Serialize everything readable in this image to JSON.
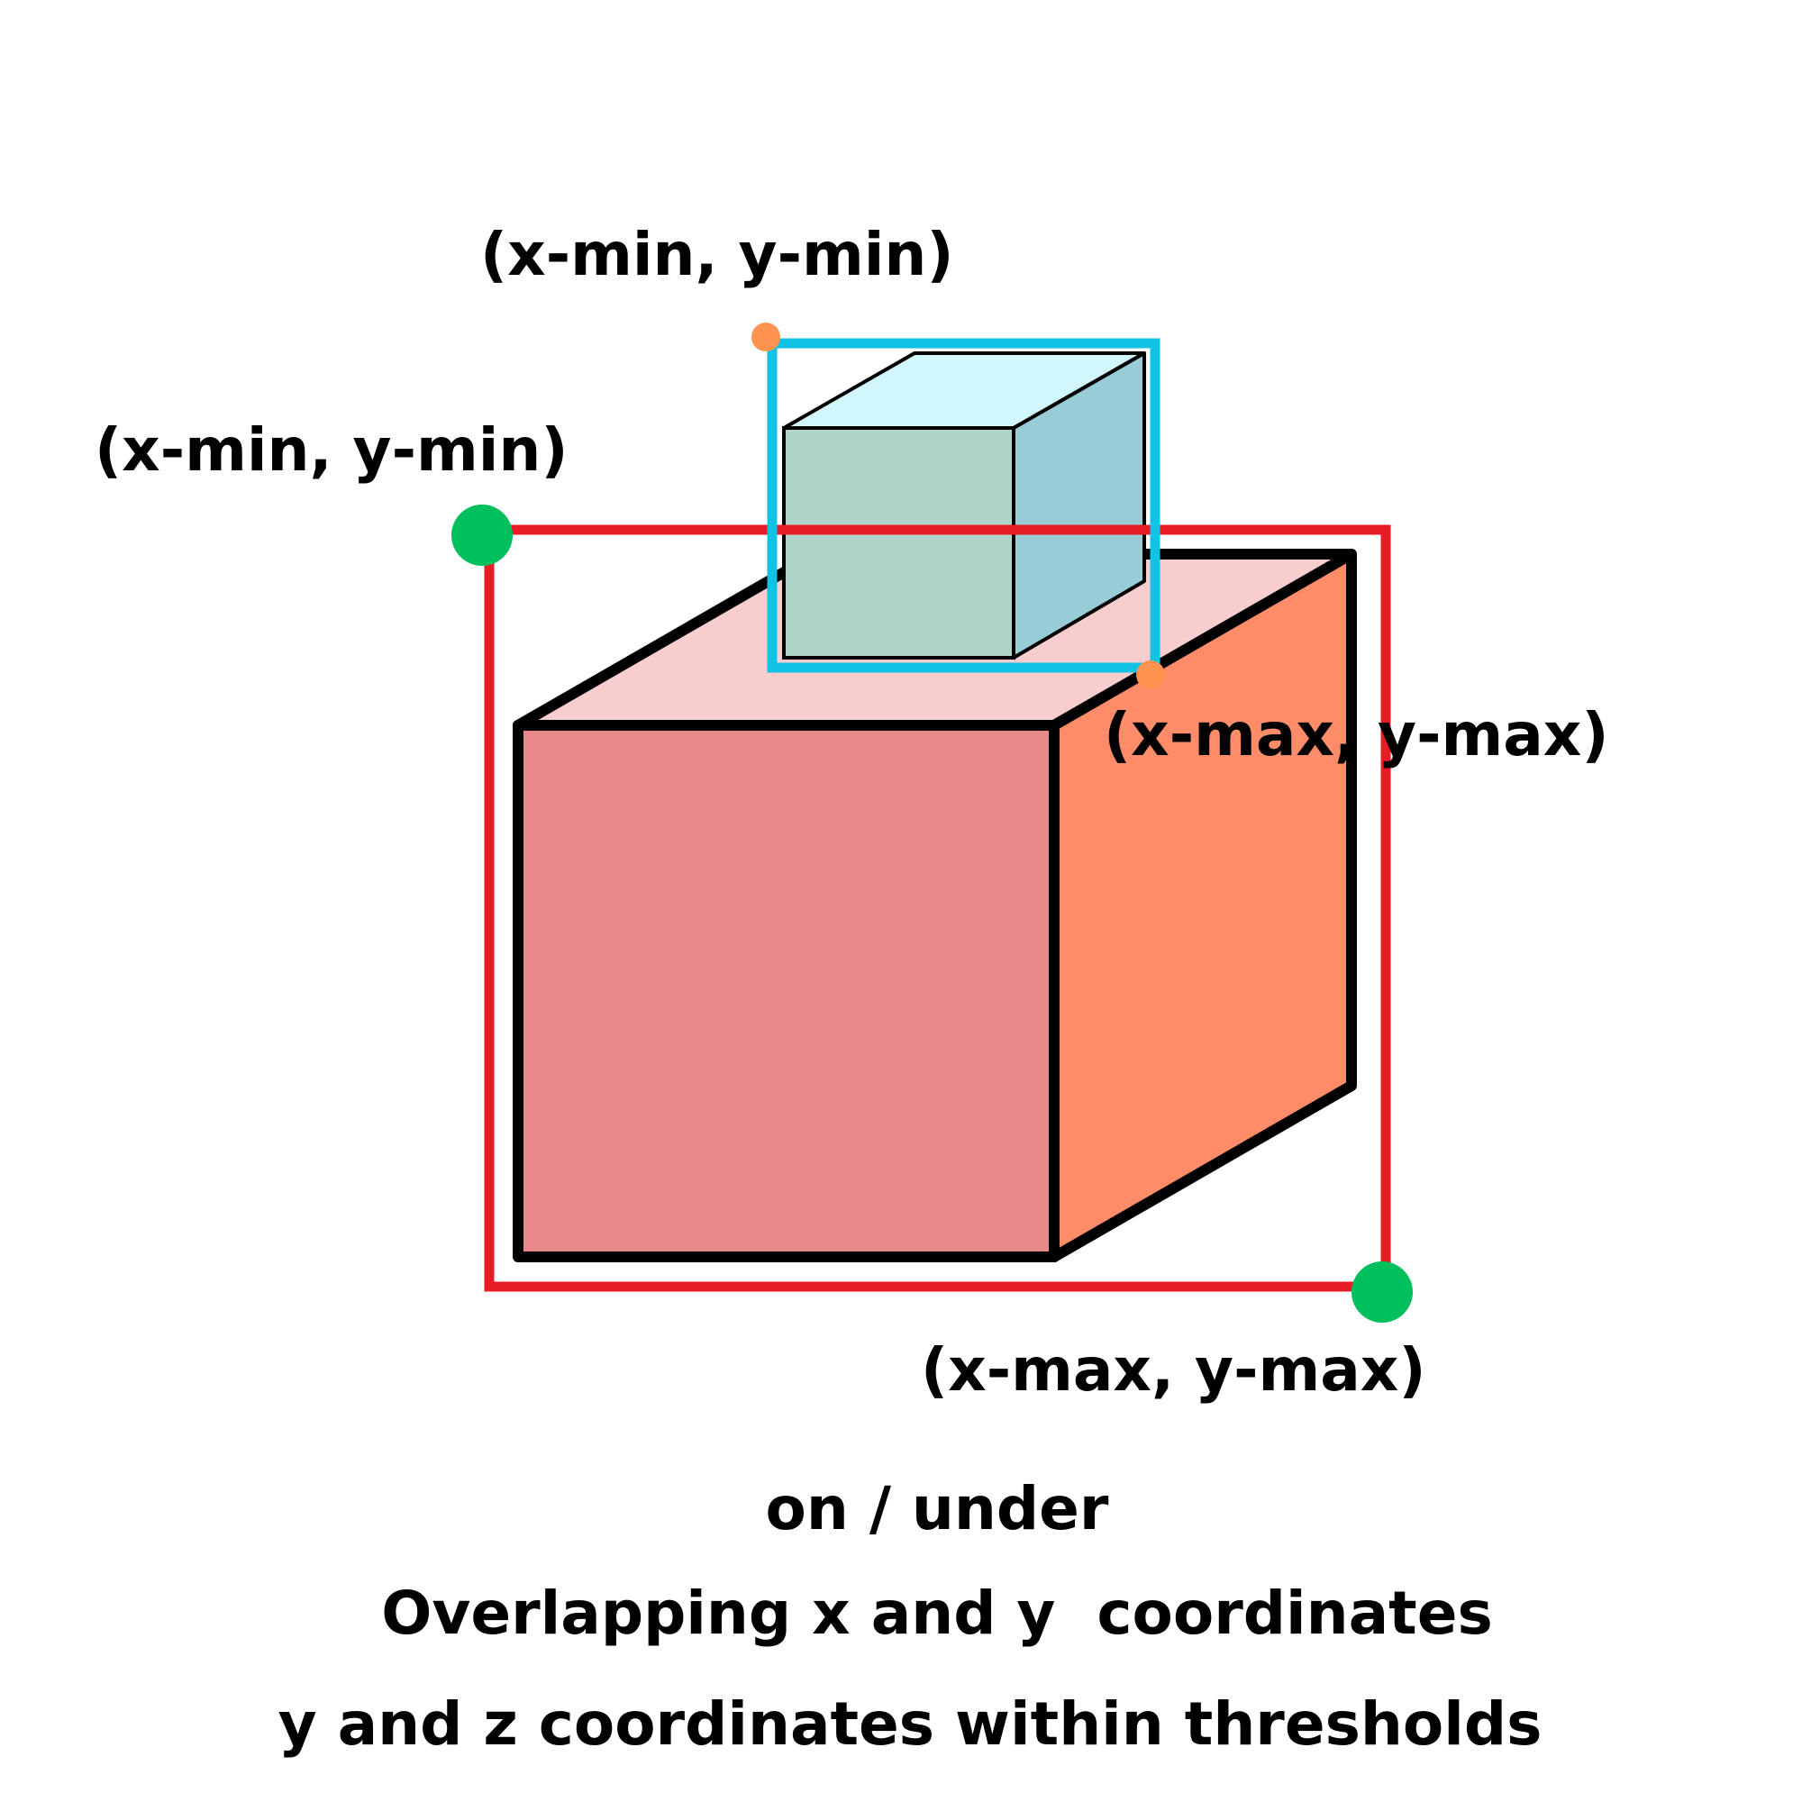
{
  "labels": {
    "small_box_min": "(x-min, y-min)",
    "large_box_min": "(x-min, y-min)",
    "small_box_max": "(x-max, y-max)",
    "large_box_max": "(x-max, y-max)"
  },
  "caption": {
    "line1": "on / under",
    "line2": "Overlapping x and y  coordinates",
    "line3": "y and z coordinates within thresholds"
  },
  "colors": {
    "large_cube_front": "#e8898a",
    "large_cube_top": "#f7cdcd",
    "large_cube_side": "#fe8c69",
    "small_cube_front": "#afd4ca",
    "small_cube_top": "#d1f7fc",
    "small_cube_side": "#98ccd6",
    "large_bbox": "#e81c24",
    "small_bbox": "#10c3e5",
    "large_corner_marker": "#00bf5d",
    "small_corner_marker": "#fe934f",
    "outline": "#000000"
  }
}
